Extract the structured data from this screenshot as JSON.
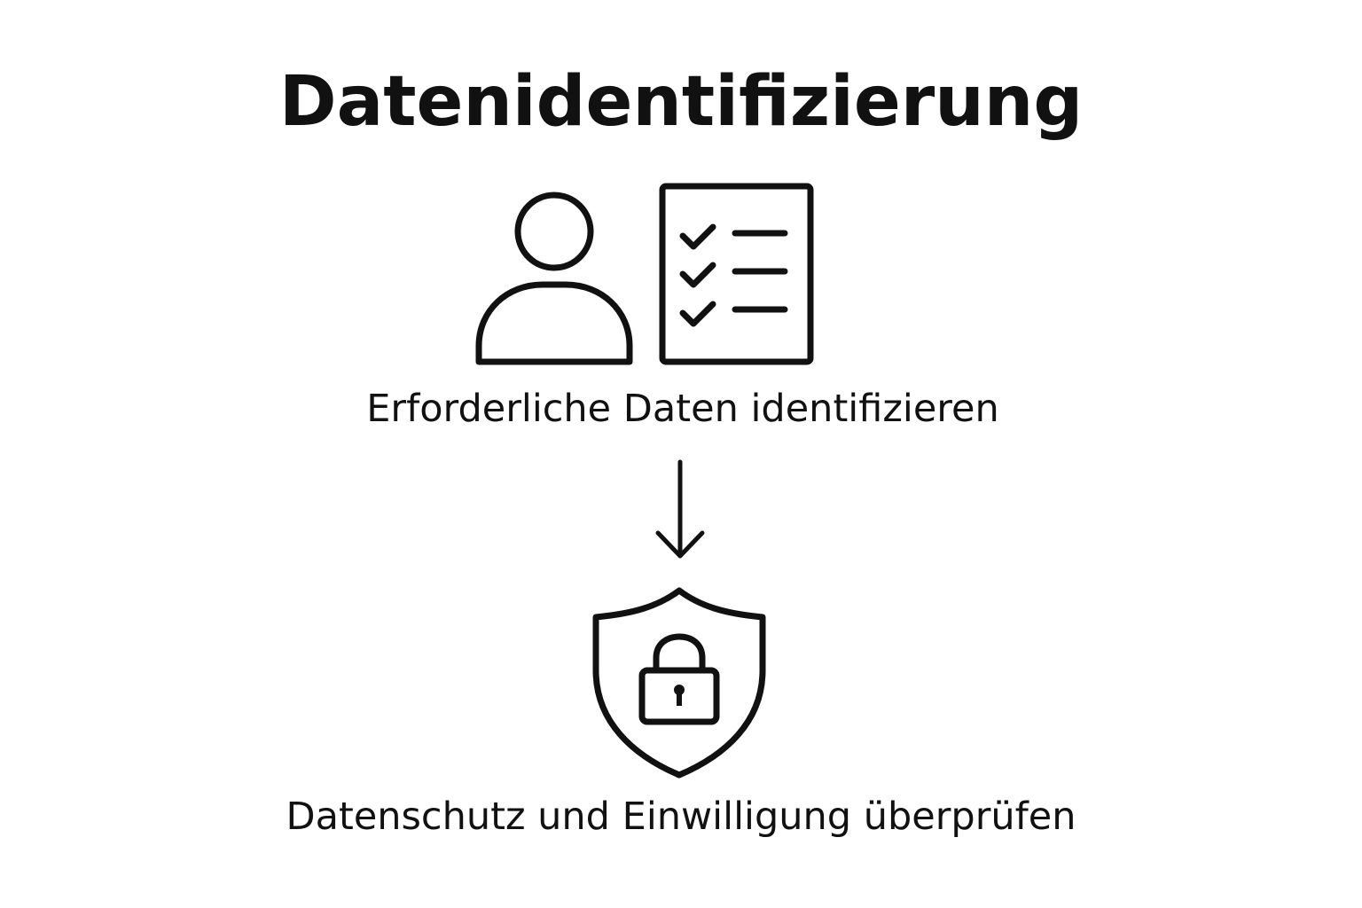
{
  "title": "Datenidentifizierung",
  "steps": [
    {
      "label": "Erforderliche Daten identifizieren",
      "icons": [
        "person-icon",
        "checklist-icon"
      ]
    },
    {
      "label": "Datenschutz und Einwilligung überprüfen",
      "icons": [
        "shield-lock-icon"
      ]
    }
  ],
  "connector": "arrow-down-icon",
  "colors": {
    "stroke": "#111111",
    "background": "#ffffff"
  }
}
